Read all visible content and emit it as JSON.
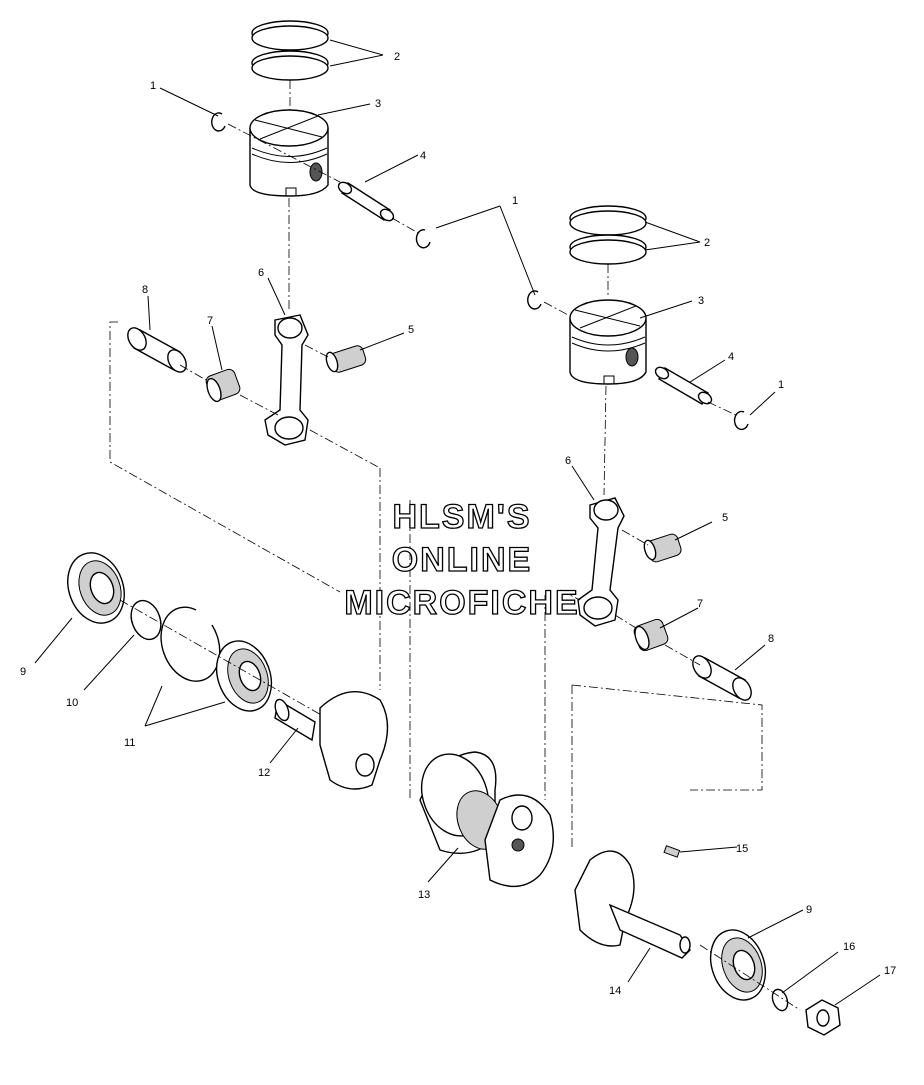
{
  "watermark": {
    "line1": "HLSM'S",
    "line2": "ONLINE",
    "line3": "MICROFICHE"
  },
  "callouts": {
    "c1a": "1",
    "c1b": "1",
    "c1c": "1",
    "c2a": "2",
    "c2b": "2",
    "c3a": "3",
    "c3b": "3",
    "c4a": "4",
    "c4b": "4",
    "c5a": "5",
    "c5b": "5",
    "c6a": "6",
    "c6b": "6",
    "c7a": "7",
    "c7b": "7",
    "c8a": "8",
    "c8b": "8",
    "c9a": "9",
    "c9b": "9",
    "c10": "10",
    "c11": "11",
    "c12": "12",
    "c13": "13",
    "c14": "14",
    "c15": "15",
    "c16": "16",
    "c17": "17"
  }
}
